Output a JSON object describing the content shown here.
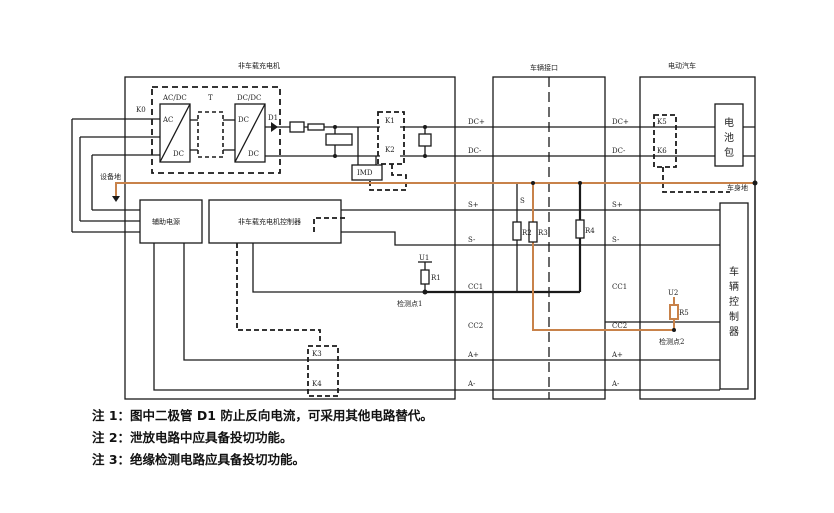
{
  "diagram": {
    "sections": {
      "charger": "非车载充电机",
      "interface": "车辆接口",
      "vehicle": "电动汽车"
    },
    "components": {
      "k0": "K0",
      "acdc_title": "AC/DC",
      "acdc_in": "AC",
      "acdc_out": "DC",
      "transformer": "T",
      "dcdc_title": "DC/DC",
      "dcdc_in": "DC",
      "dcdc_out": "DC",
      "diode": "D1",
      "k1": "K1",
      "k2": "K2",
      "imd": "IMD",
      "aux_power": "辅助电源",
      "charger_controller": "非车载充电机控制器",
      "equipment_ground": "设备地",
      "k3": "K3",
      "k4": "K4",
      "u1": "U1",
      "r1": "R1",
      "detect1": "检测点1",
      "s_switch": "S",
      "r2": "R2",
      "r3": "R3",
      "r4": "R4",
      "k5": "K5",
      "k6": "K6",
      "battery": [
        "电",
        "池",
        "包"
      ],
      "chassis_ground": "车身地",
      "vehicle_controller": [
        "车",
        "辆",
        "控",
        "制",
        "器"
      ],
      "u2": "U2",
      "r5": "R5",
      "detect2": "检测点2"
    },
    "signals_left": [
      "DC+",
      "DC-",
      "S+",
      "S-",
      "CC1",
      "CC2",
      "A+",
      "A-"
    ],
    "signals_right": [
      "DC+",
      "DC-",
      "S+",
      "S-",
      "CC1",
      "CC2",
      "A+",
      "A-"
    ],
    "colors": {
      "wire": "#1a1a1a",
      "ground_wire": "#c8824a"
    }
  },
  "notes": [
    "注 1：图中二极管 D1 防止反向电流，可采用其他电路替代。",
    "注 2：泄放电路中应具备投切功能。",
    "注 3：绝缘检测电路应具备投切功能。"
  ]
}
